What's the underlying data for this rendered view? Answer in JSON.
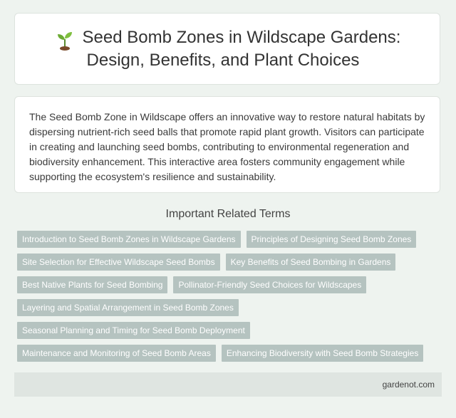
{
  "header": {
    "icon": "sprout-icon",
    "title_line1": "Seed Bomb Zones in Wildscape Gardens:",
    "title_line2": "Design, Benefits, and Plant Choices"
  },
  "description": "The Seed Bomb Zone in Wildscape offers an innovative way to restore natural habitats by dispersing nutrient-rich seed balls that promote rapid plant growth. Visitors can participate in creating and launching seed bombs, contributing to environmental regeneration and biodiversity enhancement. This interactive area fosters community engagement while supporting the ecosystem's resilience and sustainability.",
  "related": {
    "heading": "Important Related Terms",
    "rows": [
      [
        "Introduction to Seed Bomb Zones in Wildscape Gardens",
        "Principles of Designing Seed Bomb Zones"
      ],
      [
        "Site Selection for Effective Wildscape Seed Bombs",
        "Key Benefits of Seed Bombing in Gardens"
      ],
      [
        "Best Native Plants for Seed Bombing",
        "Pollinator-Friendly Seed Choices for Wildscapes"
      ],
      [
        "Layering and Spatial Arrangement in Seed Bomb Zones"
      ],
      [
        "Seasonal Planning and Timing for Seed Bomb Deployment"
      ],
      [
        "Maintenance and Monitoring of Seed Bomb Areas",
        "Enhancing Biodiversity with Seed Bomb Strategies"
      ]
    ]
  },
  "footer": {
    "site": "gardenot.com"
  },
  "colors": {
    "background": "#eef3ef",
    "tag": "#b5c3c0",
    "footer": "#dfe5e1"
  }
}
